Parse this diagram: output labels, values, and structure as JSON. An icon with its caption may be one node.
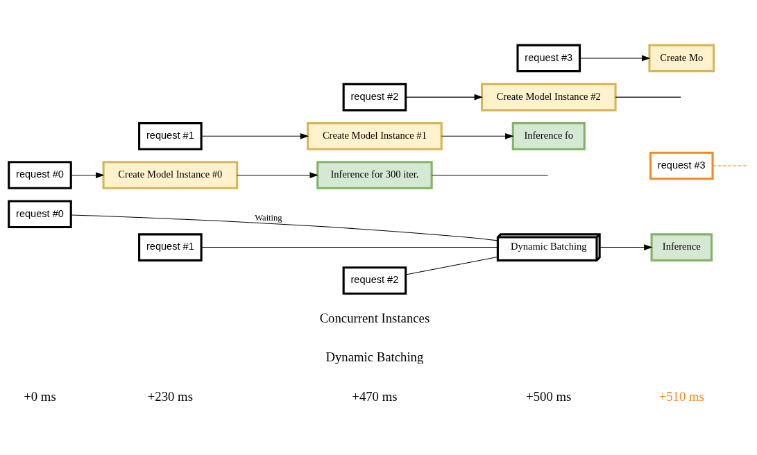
{
  "diagram": {
    "nodes": [
      {
        "text": [
          "request #0"
        ]
      },
      {
        "text": [
          "request #1"
        ]
      },
      {
        "text": [
          "request #2"
        ]
      },
      {
        "text": [
          "request #3"
        ]
      },
      {
        "text": [
          "Dynamic Batching"
        ]
      },
      {
        "text": [
          "Inference"
        ]
      },
      {
        "text": [
          "request #0"
        ]
      },
      {
        "text": [
          "Create Model Instance #0"
        ]
      },
      {
        "text": [
          "Inference for 300 iter."
        ]
      },
      {
        "text": [
          "request #1"
        ]
      },
      {
        "text": [
          "Create Model Instance #1"
        ]
      },
      {
        "text": [
          "Inference fo"
        ]
      },
      {
        "text": [
          "request #2"
        ]
      },
      {
        "text": [
          "Create Model Instance #2"
        ]
      },
      {
        "text": [
          "request #3"
        ]
      },
      {
        "text": [
          "Create Mo"
        ]
      }
    ],
    "edges": [
      {
        "from": 0,
        "to": 4,
        "arrow": "none",
        "label": "Waiting"
      },
      {
        "from": 1,
        "to": 4,
        "arrow": "none"
      },
      {
        "from": 2,
        "to": 4,
        "arrow": "none"
      },
      {
        "from": 3,
        "to": null,
        "arrow": "none",
        "style": "dashed",
        "color": "#f08a24"
      },
      {
        "from": 4,
        "to": 5,
        "arrow": "to"
      },
      {
        "from": 6,
        "to": 7,
        "arrow": "to"
      },
      {
        "from": 7,
        "to": 8,
        "arrow": "to"
      },
      {
        "from": 8,
        "to": null,
        "arrow": "none"
      },
      {
        "from": 9,
        "to": 10,
        "arrow": "to"
      },
      {
        "from": 10,
        "to": 11,
        "arrow": "to"
      },
      {
        "from": 12,
        "to": 13,
        "arrow": "to"
      },
      {
        "from": 13,
        "to": null,
        "arrow": "none"
      },
      {
        "from": 14,
        "to": 15,
        "arrow": "to"
      }
    ],
    "labels": [
      "+0 ms",
      "+230 ms",
      "+470 ms",
      "+500 ms",
      "+510 ms",
      "Dynamic Batching",
      "Concurrent Instances"
    ]
  }
}
